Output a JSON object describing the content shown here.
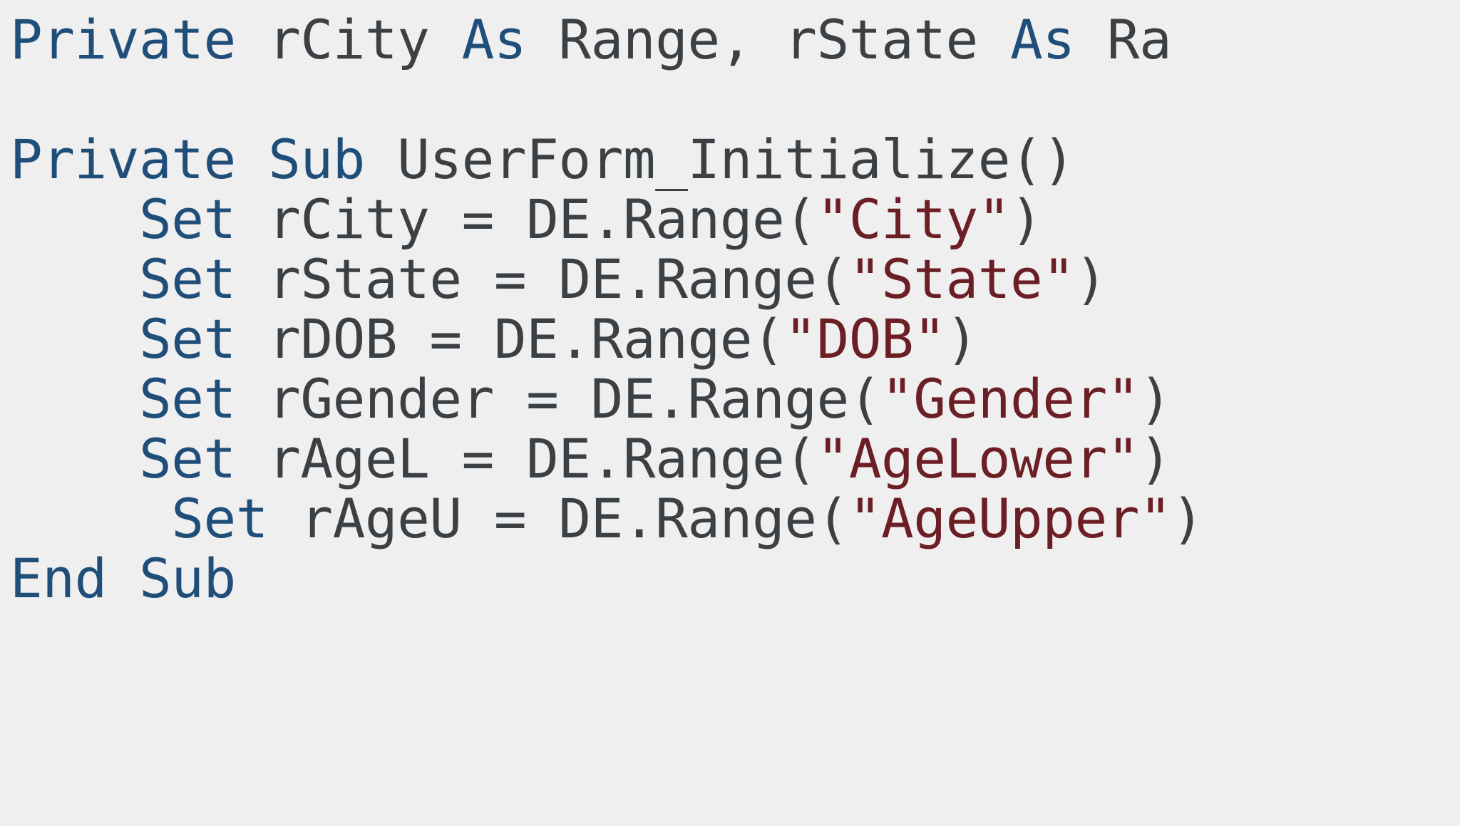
{
  "editor": {
    "language": "VBA",
    "background_color": "#efefef",
    "keyword_color": "#1f4e79",
    "identifier_color": "#3b4045",
    "string_color": "#6b1e24",
    "truncated_right_edge": true
  },
  "code": {
    "lines": [
      {
        "id": "line-1",
        "blank": false,
        "indent": "",
        "tokens": [
          {
            "type": "kw",
            "text": "Private"
          },
          {
            "type": "plain",
            "text": " "
          },
          {
            "type": "id",
            "text": "rCity"
          },
          {
            "type": "plain",
            "text": " "
          },
          {
            "type": "kw",
            "text": "As"
          },
          {
            "type": "plain",
            "text": " "
          },
          {
            "type": "id",
            "text": "Range"
          },
          {
            "type": "punct",
            "text": ", "
          },
          {
            "type": "id",
            "text": "rState"
          },
          {
            "type": "plain",
            "text": " "
          },
          {
            "type": "kw",
            "text": "As"
          },
          {
            "type": "plain",
            "text": " "
          },
          {
            "type": "id",
            "text": "Ra"
          }
        ],
        "plain_text": "Private rCity As Range, rState As Ra"
      },
      {
        "id": "line-2",
        "blank": true,
        "indent": "",
        "tokens": [],
        "plain_text": ""
      },
      {
        "id": "line-3",
        "blank": false,
        "indent": "",
        "tokens": [
          {
            "type": "kw",
            "text": "Private"
          },
          {
            "type": "plain",
            "text": " "
          },
          {
            "type": "kw",
            "text": "Sub"
          },
          {
            "type": "plain",
            "text": " "
          },
          {
            "type": "id",
            "text": "UserForm_Initialize"
          },
          {
            "type": "punct",
            "text": "()"
          }
        ],
        "plain_text": "Private Sub UserForm_Initialize()"
      },
      {
        "id": "line-4",
        "blank": false,
        "indent": "    ",
        "tokens": [
          {
            "type": "kw",
            "text": "Set"
          },
          {
            "type": "plain",
            "text": " "
          },
          {
            "type": "id",
            "text": "rCity"
          },
          {
            "type": "plain",
            "text": " "
          },
          {
            "type": "punct",
            "text": "="
          },
          {
            "type": "plain",
            "text": " "
          },
          {
            "type": "id",
            "text": "DE.Range"
          },
          {
            "type": "punct",
            "text": "("
          },
          {
            "type": "str",
            "text": "\"City\""
          },
          {
            "type": "punct",
            "text": ")"
          }
        ],
        "plain_text": "    Set rCity = DE.Range(\"City\")"
      },
      {
        "id": "line-5",
        "blank": false,
        "indent": "    ",
        "tokens": [
          {
            "type": "kw",
            "text": "Set"
          },
          {
            "type": "plain",
            "text": " "
          },
          {
            "type": "id",
            "text": "rState"
          },
          {
            "type": "plain",
            "text": " "
          },
          {
            "type": "punct",
            "text": "="
          },
          {
            "type": "plain",
            "text": " "
          },
          {
            "type": "id",
            "text": "DE.Range"
          },
          {
            "type": "punct",
            "text": "("
          },
          {
            "type": "str",
            "text": "\"State\""
          },
          {
            "type": "punct",
            "text": ")"
          }
        ],
        "plain_text": "    Set rState = DE.Range(\"State\")"
      },
      {
        "id": "line-6",
        "blank": false,
        "indent": "    ",
        "tokens": [
          {
            "type": "kw",
            "text": "Set"
          },
          {
            "type": "plain",
            "text": " "
          },
          {
            "type": "id",
            "text": "rDOB"
          },
          {
            "type": "plain",
            "text": " "
          },
          {
            "type": "punct",
            "text": "="
          },
          {
            "type": "plain",
            "text": " "
          },
          {
            "type": "id",
            "text": "DE.Range"
          },
          {
            "type": "punct",
            "text": "("
          },
          {
            "type": "str",
            "text": "\"DOB\""
          },
          {
            "type": "punct",
            "text": ")"
          }
        ],
        "plain_text": "    Set rDOB = DE.Range(\"DOB\")"
      },
      {
        "id": "line-7",
        "blank": false,
        "indent": "    ",
        "tokens": [
          {
            "type": "kw",
            "text": "Set"
          },
          {
            "type": "plain",
            "text": " "
          },
          {
            "type": "id",
            "text": "rGender"
          },
          {
            "type": "plain",
            "text": " "
          },
          {
            "type": "punct",
            "text": "="
          },
          {
            "type": "plain",
            "text": " "
          },
          {
            "type": "id",
            "text": "DE.Range"
          },
          {
            "type": "punct",
            "text": "("
          },
          {
            "type": "str",
            "text": "\"Gender\""
          },
          {
            "type": "punct",
            "text": ")"
          }
        ],
        "plain_text": "    Set rGender = DE.Range(\"Gender\")"
      },
      {
        "id": "line-8",
        "blank": false,
        "indent": "    ",
        "tokens": [
          {
            "type": "kw",
            "text": "Set"
          },
          {
            "type": "plain",
            "text": " "
          },
          {
            "type": "id",
            "text": "rAgeL"
          },
          {
            "type": "plain",
            "text": " "
          },
          {
            "type": "punct",
            "text": "="
          },
          {
            "type": "plain",
            "text": " "
          },
          {
            "type": "id",
            "text": "DE.Range"
          },
          {
            "type": "punct",
            "text": "("
          },
          {
            "type": "str",
            "text": "\"AgeLower\""
          },
          {
            "type": "punct",
            "text": ")"
          }
        ],
        "plain_text": "    Set rAgeL = DE.Range(\"AgeLower\")"
      },
      {
        "id": "line-9",
        "blank": false,
        "indent": "     ",
        "tokens": [
          {
            "type": "kw",
            "text": "Set"
          },
          {
            "type": "plain",
            "text": " "
          },
          {
            "type": "id",
            "text": "rAgeU"
          },
          {
            "type": "plain",
            "text": " "
          },
          {
            "type": "punct",
            "text": "="
          },
          {
            "type": "plain",
            "text": " "
          },
          {
            "type": "id",
            "text": "DE.Range"
          },
          {
            "type": "punct",
            "text": "("
          },
          {
            "type": "str",
            "text": "\"AgeUpper\""
          },
          {
            "type": "punct",
            "text": ")"
          }
        ],
        "plain_text": "     Set rAgeU = DE.Range(\"AgeUpper\")"
      },
      {
        "id": "line-10",
        "blank": false,
        "indent": "",
        "tokens": [
          {
            "type": "kw",
            "text": "End"
          },
          {
            "type": "plain",
            "text": " "
          },
          {
            "type": "kw",
            "text": "Sub"
          }
        ],
        "plain_text": "End Sub"
      }
    ]
  }
}
